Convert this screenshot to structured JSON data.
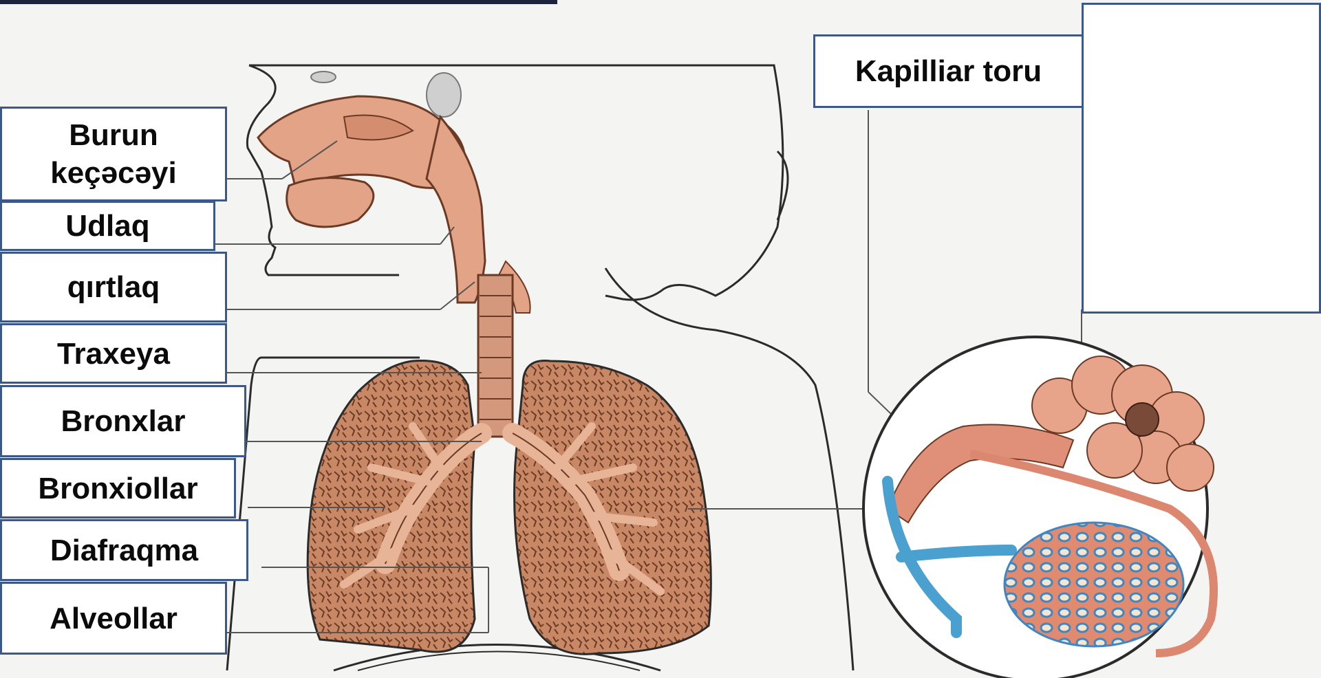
{
  "labels": {
    "burun_kecaceyi": "Burun keçəcəyi",
    "udlaq": "Udlaq",
    "qirtlaq": "qırtlaq",
    "traxeya": "Traxeya",
    "bronxlar": "Bronxlar",
    "bronxiollar": "Bronxiollar",
    "diafraqma": "Diafraqma",
    "alveollar": "Alveollar",
    "kapilliar_toru": "Kapilliar toru"
  },
  "colors": {
    "label_border": "#3b5888",
    "airway": "#e2a386",
    "lung": "#c88866",
    "lung_detail": "#6b3a24",
    "vein": "#4aa0cf",
    "artery": "#dc8870",
    "outline": "#2b2b2b"
  }
}
